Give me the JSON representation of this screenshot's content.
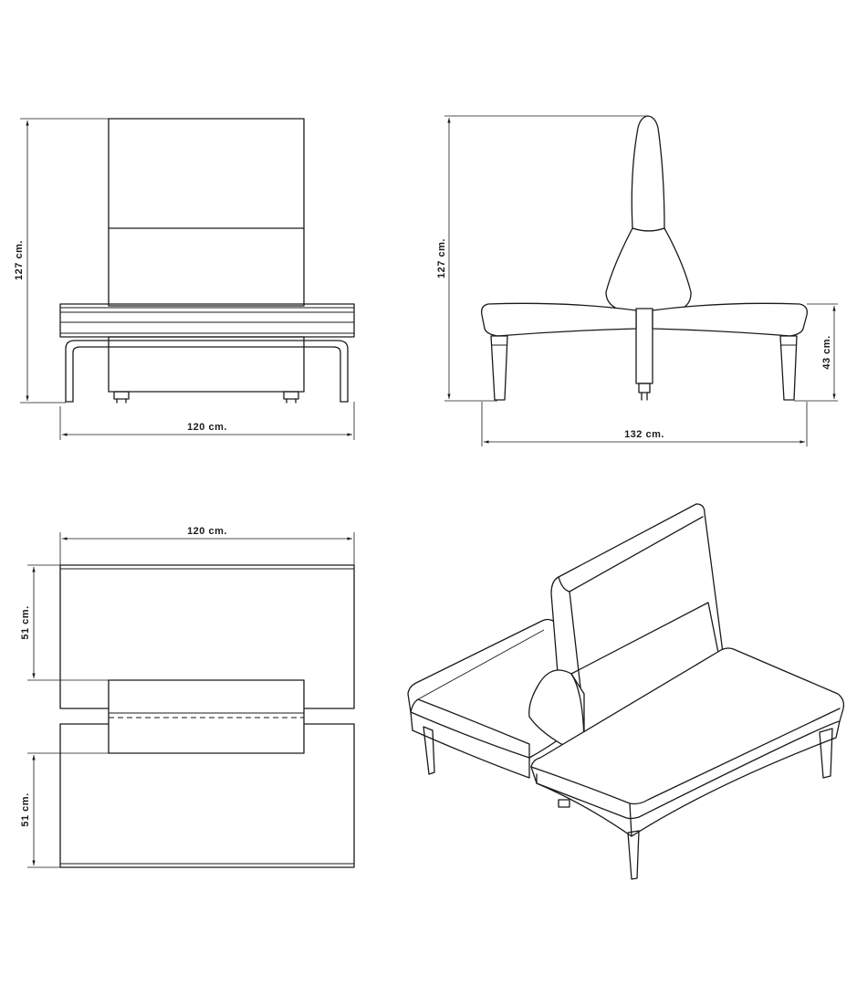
{
  "views": {
    "front": {
      "height_label": "127 cm.",
      "width_label": "120 cm."
    },
    "side": {
      "height_label": "127 cm.",
      "seat_height_label": "43 cm.",
      "width_label": "132 cm."
    },
    "top": {
      "width_label": "120 cm.",
      "depth_label_upper": "51 cm.",
      "depth_label_lower": "51 cm."
    },
    "isometric": {}
  }
}
